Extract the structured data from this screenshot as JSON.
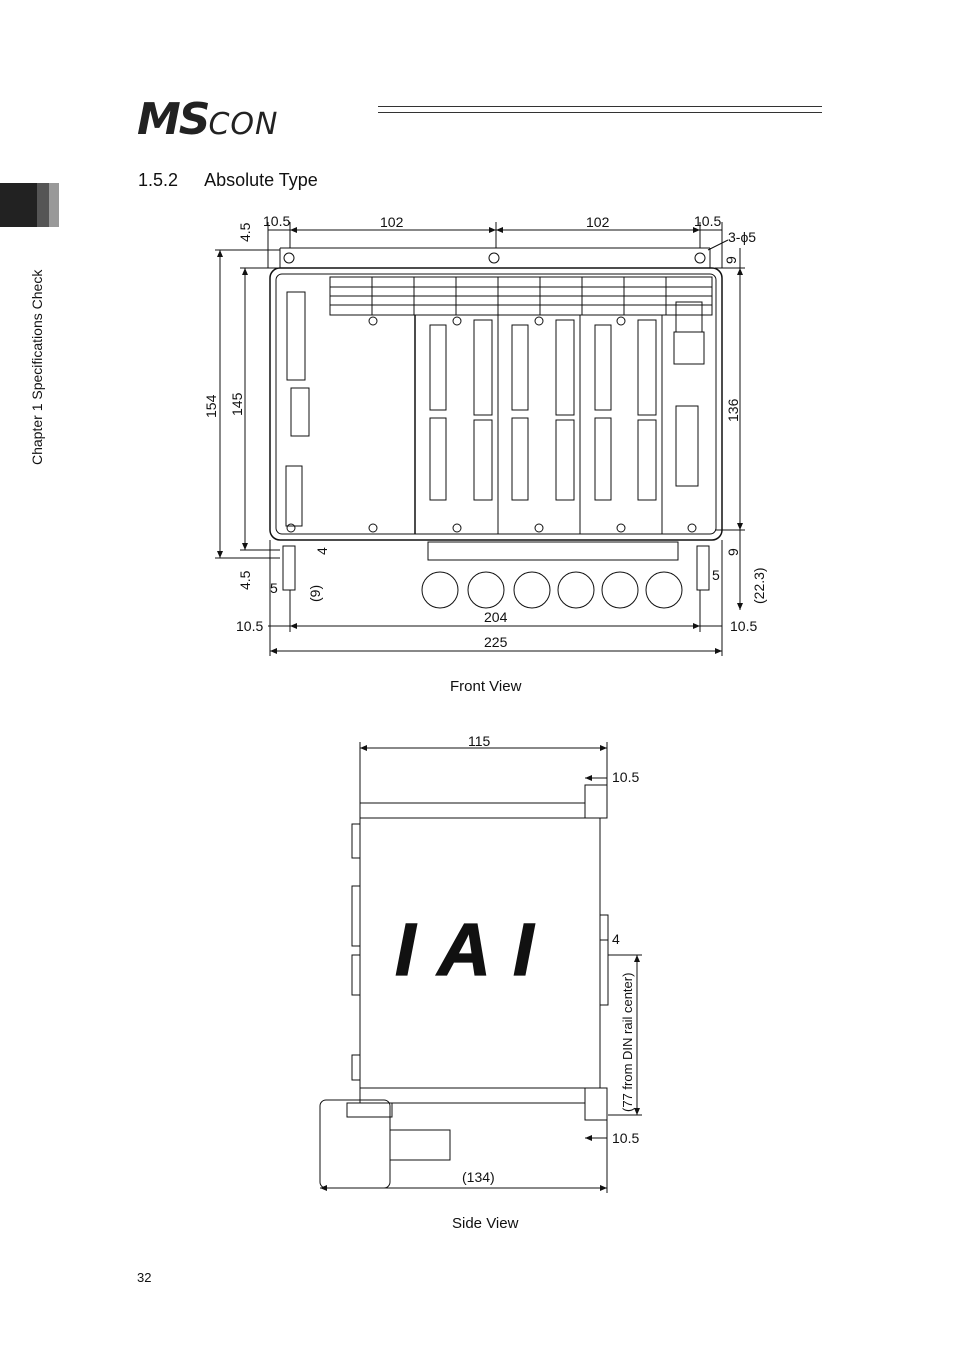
{
  "header": {
    "logo_main": "MS",
    "logo_tail": "CON"
  },
  "section": {
    "number": "1.5.2",
    "title": "Absolute Type"
  },
  "side_tab": {
    "chapter_label": "Chapter 1 Specifications Check"
  },
  "front_view": {
    "caption": "Front View",
    "dims": {
      "top_left_offset": "10.5",
      "top_span_left": "102",
      "top_span_right": "102",
      "top_right_offset": "10.5",
      "hole_note": "3-ϕ5",
      "left_top_gap": "4.5",
      "overall_height": "154",
      "body_height": "145",
      "left_bottom_gap": "4.5",
      "right_top_gap": "9",
      "right_height": "136",
      "right_bottom_gap": "9",
      "right_rail": "(22.3)",
      "foot_width_left": "5",
      "foot_width_right": "5",
      "foot_step": "4",
      "foot_depth": "(9)",
      "bottom_left_offset": "10.5",
      "bottom_span": "204",
      "bottom_right_offset": "10.5",
      "overall_width": "225"
    }
  },
  "side_view": {
    "caption": "Side View",
    "logo": "IAI",
    "dims": {
      "depth": "115",
      "top_flange": "10.5",
      "rail_step": "4",
      "rail_note": "(77 from DIN rail center)",
      "bottom_flange": "10.5",
      "overall_depth": "(134)"
    }
  },
  "footer": {
    "page_number": "32"
  }
}
